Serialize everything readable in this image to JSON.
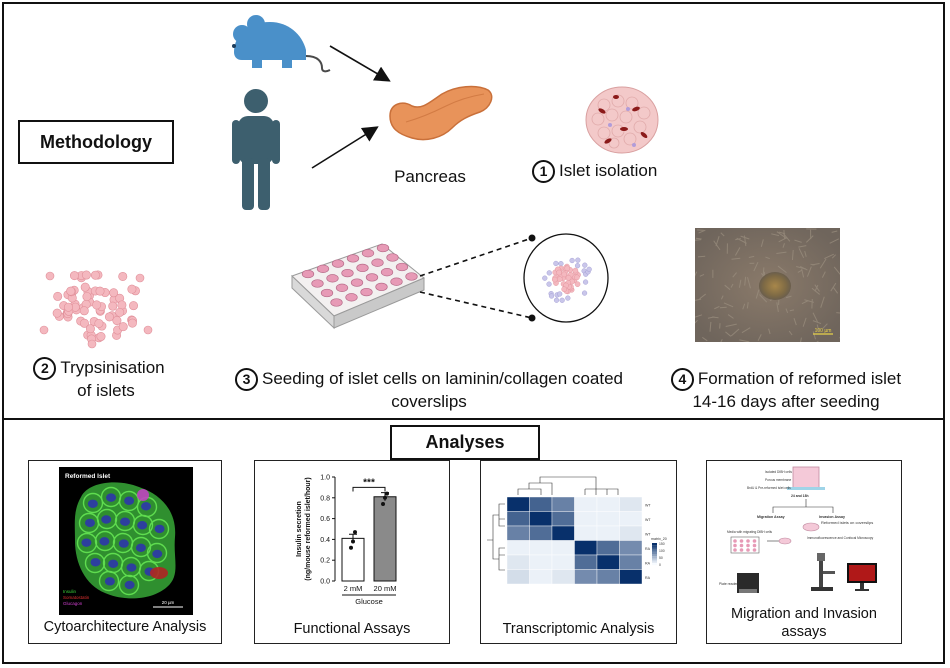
{
  "methodology": {
    "title": "Methodology",
    "pancreas_label": "Pancreas",
    "step1": {
      "number": "1",
      "label": "Islet isolation"
    },
    "step2": {
      "number": "2",
      "line1": "Trypsinisation",
      "line2": "of islets"
    },
    "step3": {
      "number": "3",
      "line1": "Seeding of islet cells on laminin/collagen coated",
      "line2": "coverslips"
    },
    "step4": {
      "number": "4",
      "line1": "Formation of reformed islet",
      "line2": "14-16 days after seeding"
    },
    "micrograph_scale": "100 µm"
  },
  "analyses": {
    "title": "Analyses",
    "panels": [
      {
        "label": "Cytoarchitecture Analysis"
      },
      {
        "label": "Functional Assays"
      },
      {
        "label": "Transcriptomic Analysis"
      },
      {
        "label": "Migration and Invasion assays"
      }
    ],
    "cyto_image": {
      "title": "Reformed Islet",
      "legend": [
        "Insulin",
        "Somatostatin",
        "Glucagon"
      ],
      "scale": "20 µm"
    },
    "migration_image": {
      "texts": [
        "Isolated DIBH cells",
        "Porous membrane",
        "BrdU & Pre-reformed islet cells",
        "24 and 18h",
        "Migration Assay",
        "Invasion Assay",
        "Reformed islets on coverslips",
        "Media with migrating DIBH cells",
        "Immunofluorescence and Confocal Microscopy",
        "Plate reader"
      ]
    }
  },
  "chart_data": {
    "type": "bar",
    "categories": [
      "2 mM",
      "20 mM"
    ],
    "values": [
      0.41,
      0.81
    ],
    "errors": [
      0.04,
      0.04
    ],
    "points": [
      [
        0.32,
        0.38,
        0.47
      ],
      [
        0.74,
        0.8,
        0.84
      ]
    ],
    "ylabel": "Insulin secretion\n(ng/mouse reformed islet/hour)",
    "xlabel": "Glucose",
    "ylim": [
      0,
      1.0
    ],
    "yticks": [
      0.0,
      0.2,
      0.4,
      0.6,
      0.8,
      1.0
    ],
    "significance": "***",
    "colors": [
      "#ffffff",
      "#8a8a8a"
    ]
  },
  "heatmap_data": {
    "type": "heatmap",
    "matrix": [
      [
        1.0,
        0.75,
        0.6,
        0.05,
        0.05,
        0.1
      ],
      [
        0.75,
        1.0,
        0.7,
        0.05,
        0.05,
        0.05
      ],
      [
        0.6,
        0.7,
        1.0,
        0.05,
        0.05,
        0.1
      ],
      [
        0.05,
        0.05,
        0.05,
        1.0,
        0.7,
        0.55
      ],
      [
        0.1,
        0.05,
        0.05,
        0.7,
        1.0,
        0.6
      ],
      [
        0.15,
        0.05,
        0.1,
        0.55,
        0.6,
        1.0
      ]
    ],
    "row_labels": [
      "WT",
      "WT",
      "WT",
      "RA",
      "RA",
      "RA"
    ],
    "legend_title": "matrix_20",
    "legend_ticks": [
      "150",
      "100",
      "50",
      "0"
    ]
  }
}
